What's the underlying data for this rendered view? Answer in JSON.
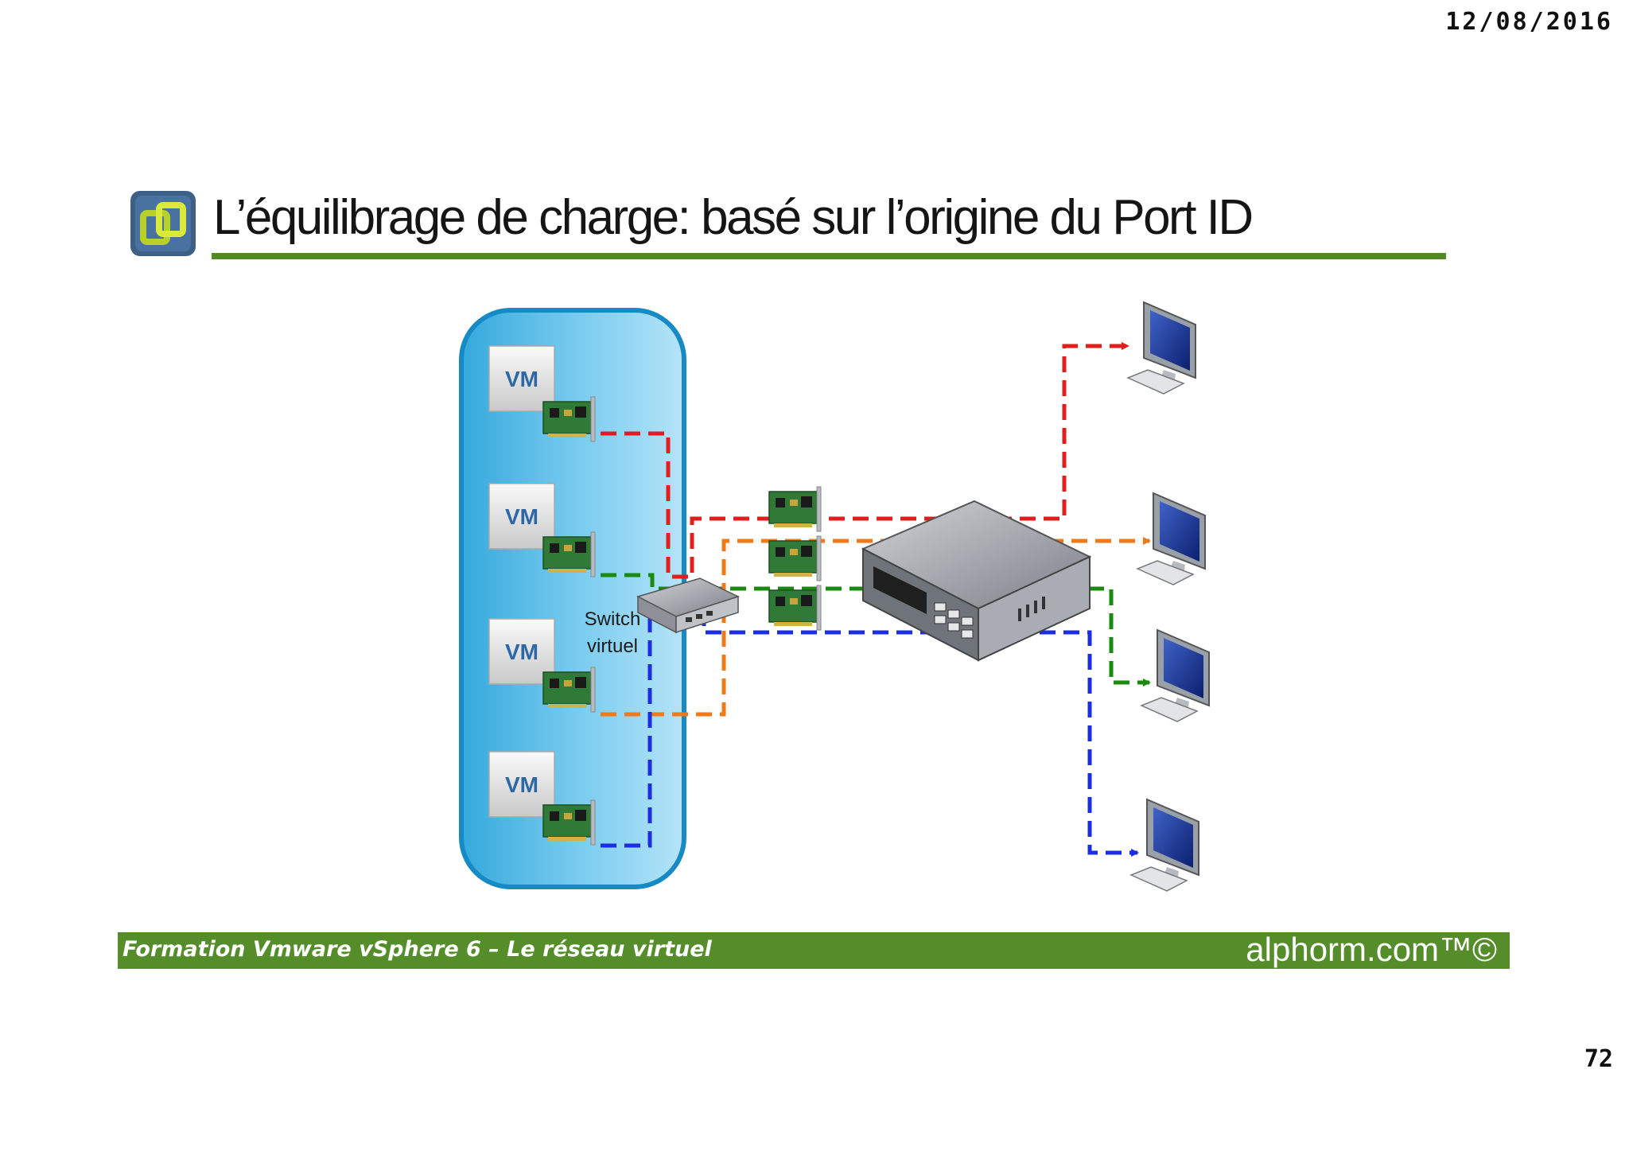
{
  "header": {
    "date": "12/08/2016"
  },
  "slide": {
    "title": "L’équilibrage de charge: basé sur l’origine du Port ID",
    "logo": "vsphere-logo-icon",
    "accent_color": "#4f8a24"
  },
  "diagram": {
    "host": {
      "vms": [
        "VM",
        "VM",
        "VM",
        "VM"
      ]
    },
    "virtual_switch": {
      "line1": "Switch",
      "line2": "virtuel"
    },
    "links": [
      {
        "color": "#e01e1e",
        "vm_index": 0,
        "destination": 0
      },
      {
        "color": "#1a8a12",
        "vm_index": 1,
        "destination": 2
      },
      {
        "color": "#f07a1a",
        "vm_index": 2,
        "destination": 1
      },
      {
        "color": "#1c2fe0",
        "vm_index": 3,
        "destination": 3
      }
    ],
    "uplink_nics": 3,
    "physical_switch": "physical-switch-icon",
    "workstations": 4
  },
  "footer": {
    "course": "Formation Vmware vSphere 6 – Le réseau virtuel",
    "brand": "alphorm.com™©",
    "color": "#548d2a"
  },
  "page_number": "72"
}
